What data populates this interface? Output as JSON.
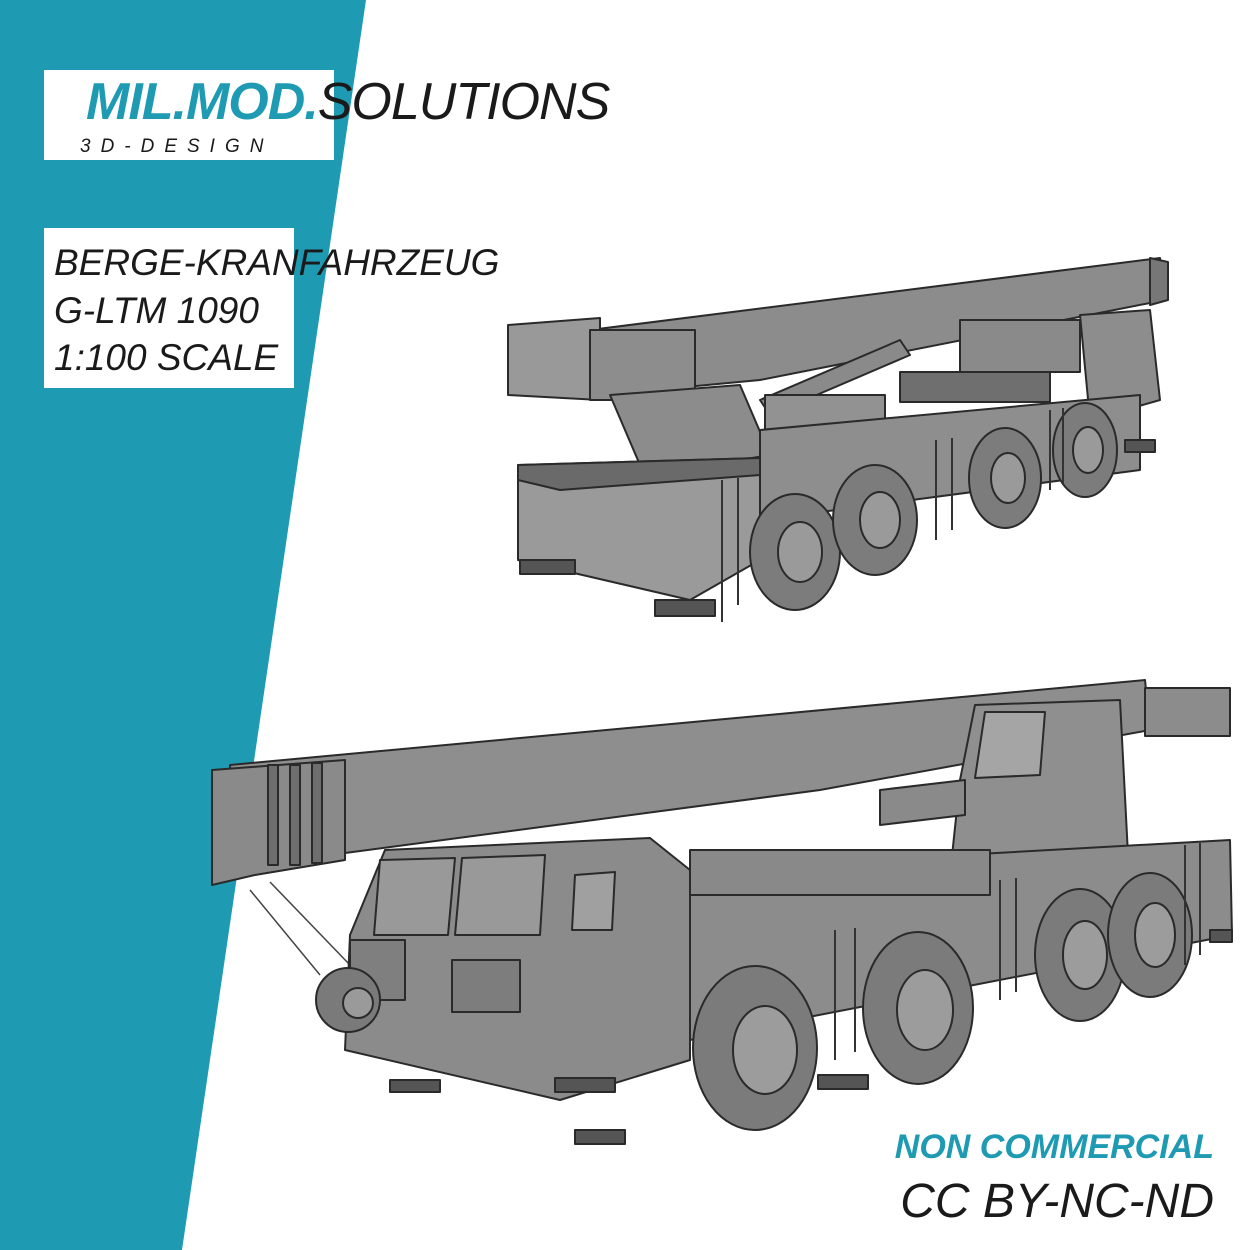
{
  "brand": {
    "name_accent": "MIL.MOD.",
    "name_rest": "SOLUTIONS",
    "tagline": "3D-DESIGN",
    "accent_color": "#1e9bb2"
  },
  "product": {
    "line1": "BERGE-KRANFAHRZEUG",
    "line2": "G-LTM 1090",
    "line3": "1:100 SCALE"
  },
  "license": {
    "notice": "NON COMMERCIAL",
    "code": "CC BY-NC-ND"
  },
  "images": {
    "top_render": "crane-truck-rear-3d-render",
    "bottom_render": "crane-truck-front-3d-render"
  }
}
